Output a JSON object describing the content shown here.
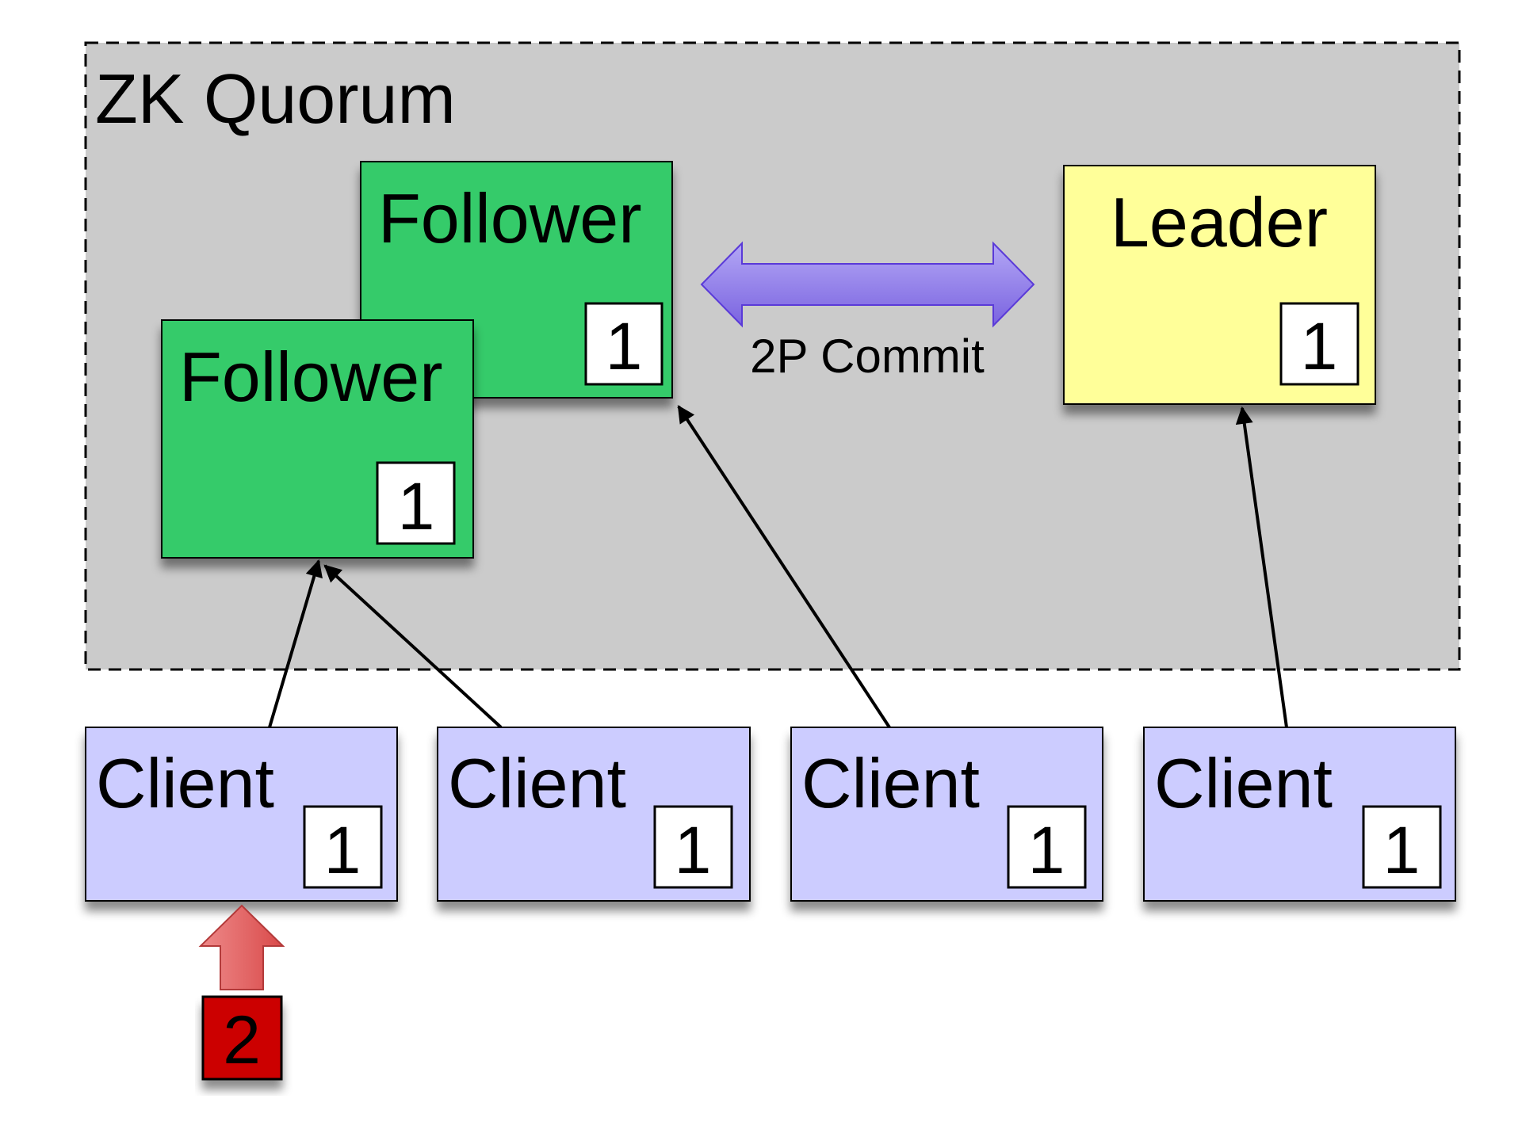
{
  "quorum": {
    "title": "ZK Quorum"
  },
  "followers": [
    {
      "label": "Follower",
      "value": "1"
    },
    {
      "label": "Follower",
      "value": "1"
    }
  ],
  "leader": {
    "label": "Leader",
    "value": "1"
  },
  "commit_link": {
    "label": "2P Commit"
  },
  "clients": [
    {
      "label": "Client",
      "value": "1"
    },
    {
      "label": "Client",
      "value": "1"
    },
    {
      "label": "Client",
      "value": "1"
    },
    {
      "label": "Client",
      "value": "1"
    }
  ],
  "update": {
    "value": "2"
  },
  "colors": {
    "quorum_fill": "#cbcbcb",
    "follower_fill": "#36cb6b",
    "leader_fill": "#ffff99",
    "client_fill": "#ccccff",
    "commit_arrow": "#8f7ee6",
    "update_arrow": "#e76565",
    "update_box": "#cc0000"
  }
}
